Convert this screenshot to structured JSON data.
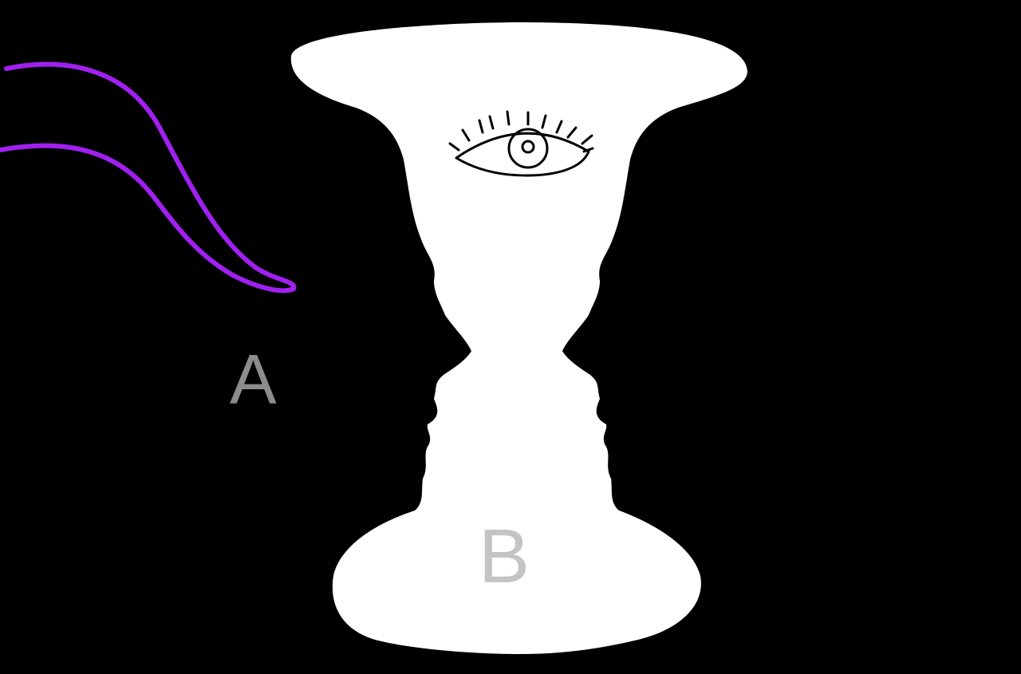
{
  "labels": {
    "a": "A",
    "b": "B"
  },
  "colors": {
    "background": "#000000",
    "vase": "#ffffff",
    "tongue_stroke": "#a020f0",
    "eye_stroke": "#000000",
    "label_a": "#8c8c8c",
    "label_b": "#c4c4c4"
  },
  "icons": {
    "vase": "rubin-vase-silhouette",
    "eye": "eye-icon",
    "tongue": "tongue-outline"
  }
}
